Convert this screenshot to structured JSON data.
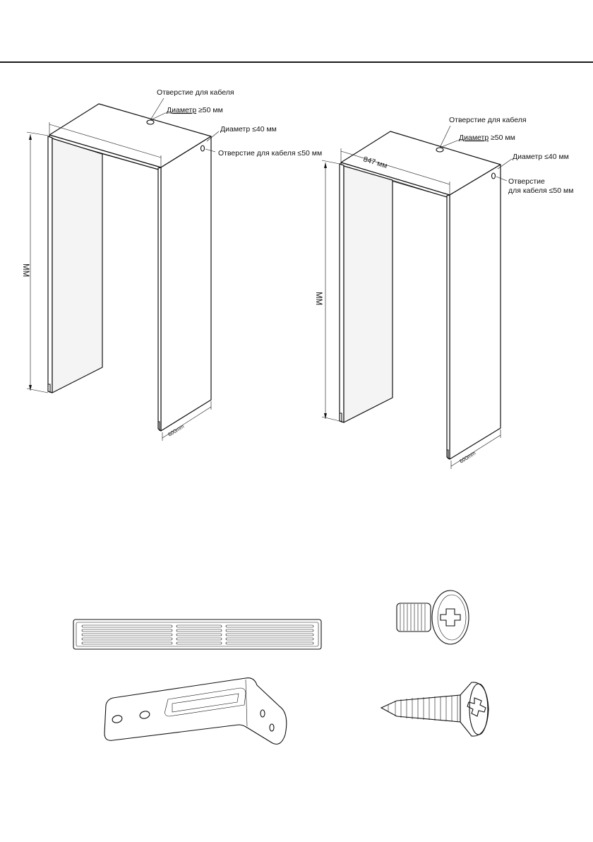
{
  "cabinet_left": {
    "hole_top_label": "Отверстие для кабеля",
    "hole_top_diameter_label": "Диаметр",
    "hole_top_diameter_value": "≥50 мм",
    "side_diameter_label": "Диаметр  ≤40 мм",
    "side_hole_label": "Отверстие для кабеля ≤50 мм",
    "height_unit": "MM",
    "depth_label": "600mm"
  },
  "cabinet_right": {
    "hole_top_label": "Отверстие для кабеля",
    "hole_top_diameter_label": "Диаметр",
    "hole_top_diameter_value": "≥50 мм",
    "width_label": "847 мм",
    "side_diameter_label": "Диаметр  ≤40 мм",
    "side_hole_label_line1": "Отверстие",
    "side_hole_label_line2": "для кабеля ≤50 мм",
    "height_unit": "MM",
    "depth_label": "600mm"
  },
  "parts": {
    "vent_grille": "vent-grille",
    "pan_head_screw": "pan-head-screw-icon",
    "l_bracket": "l-bracket-icon",
    "countersunk_screw": "countersunk-screw-icon"
  }
}
